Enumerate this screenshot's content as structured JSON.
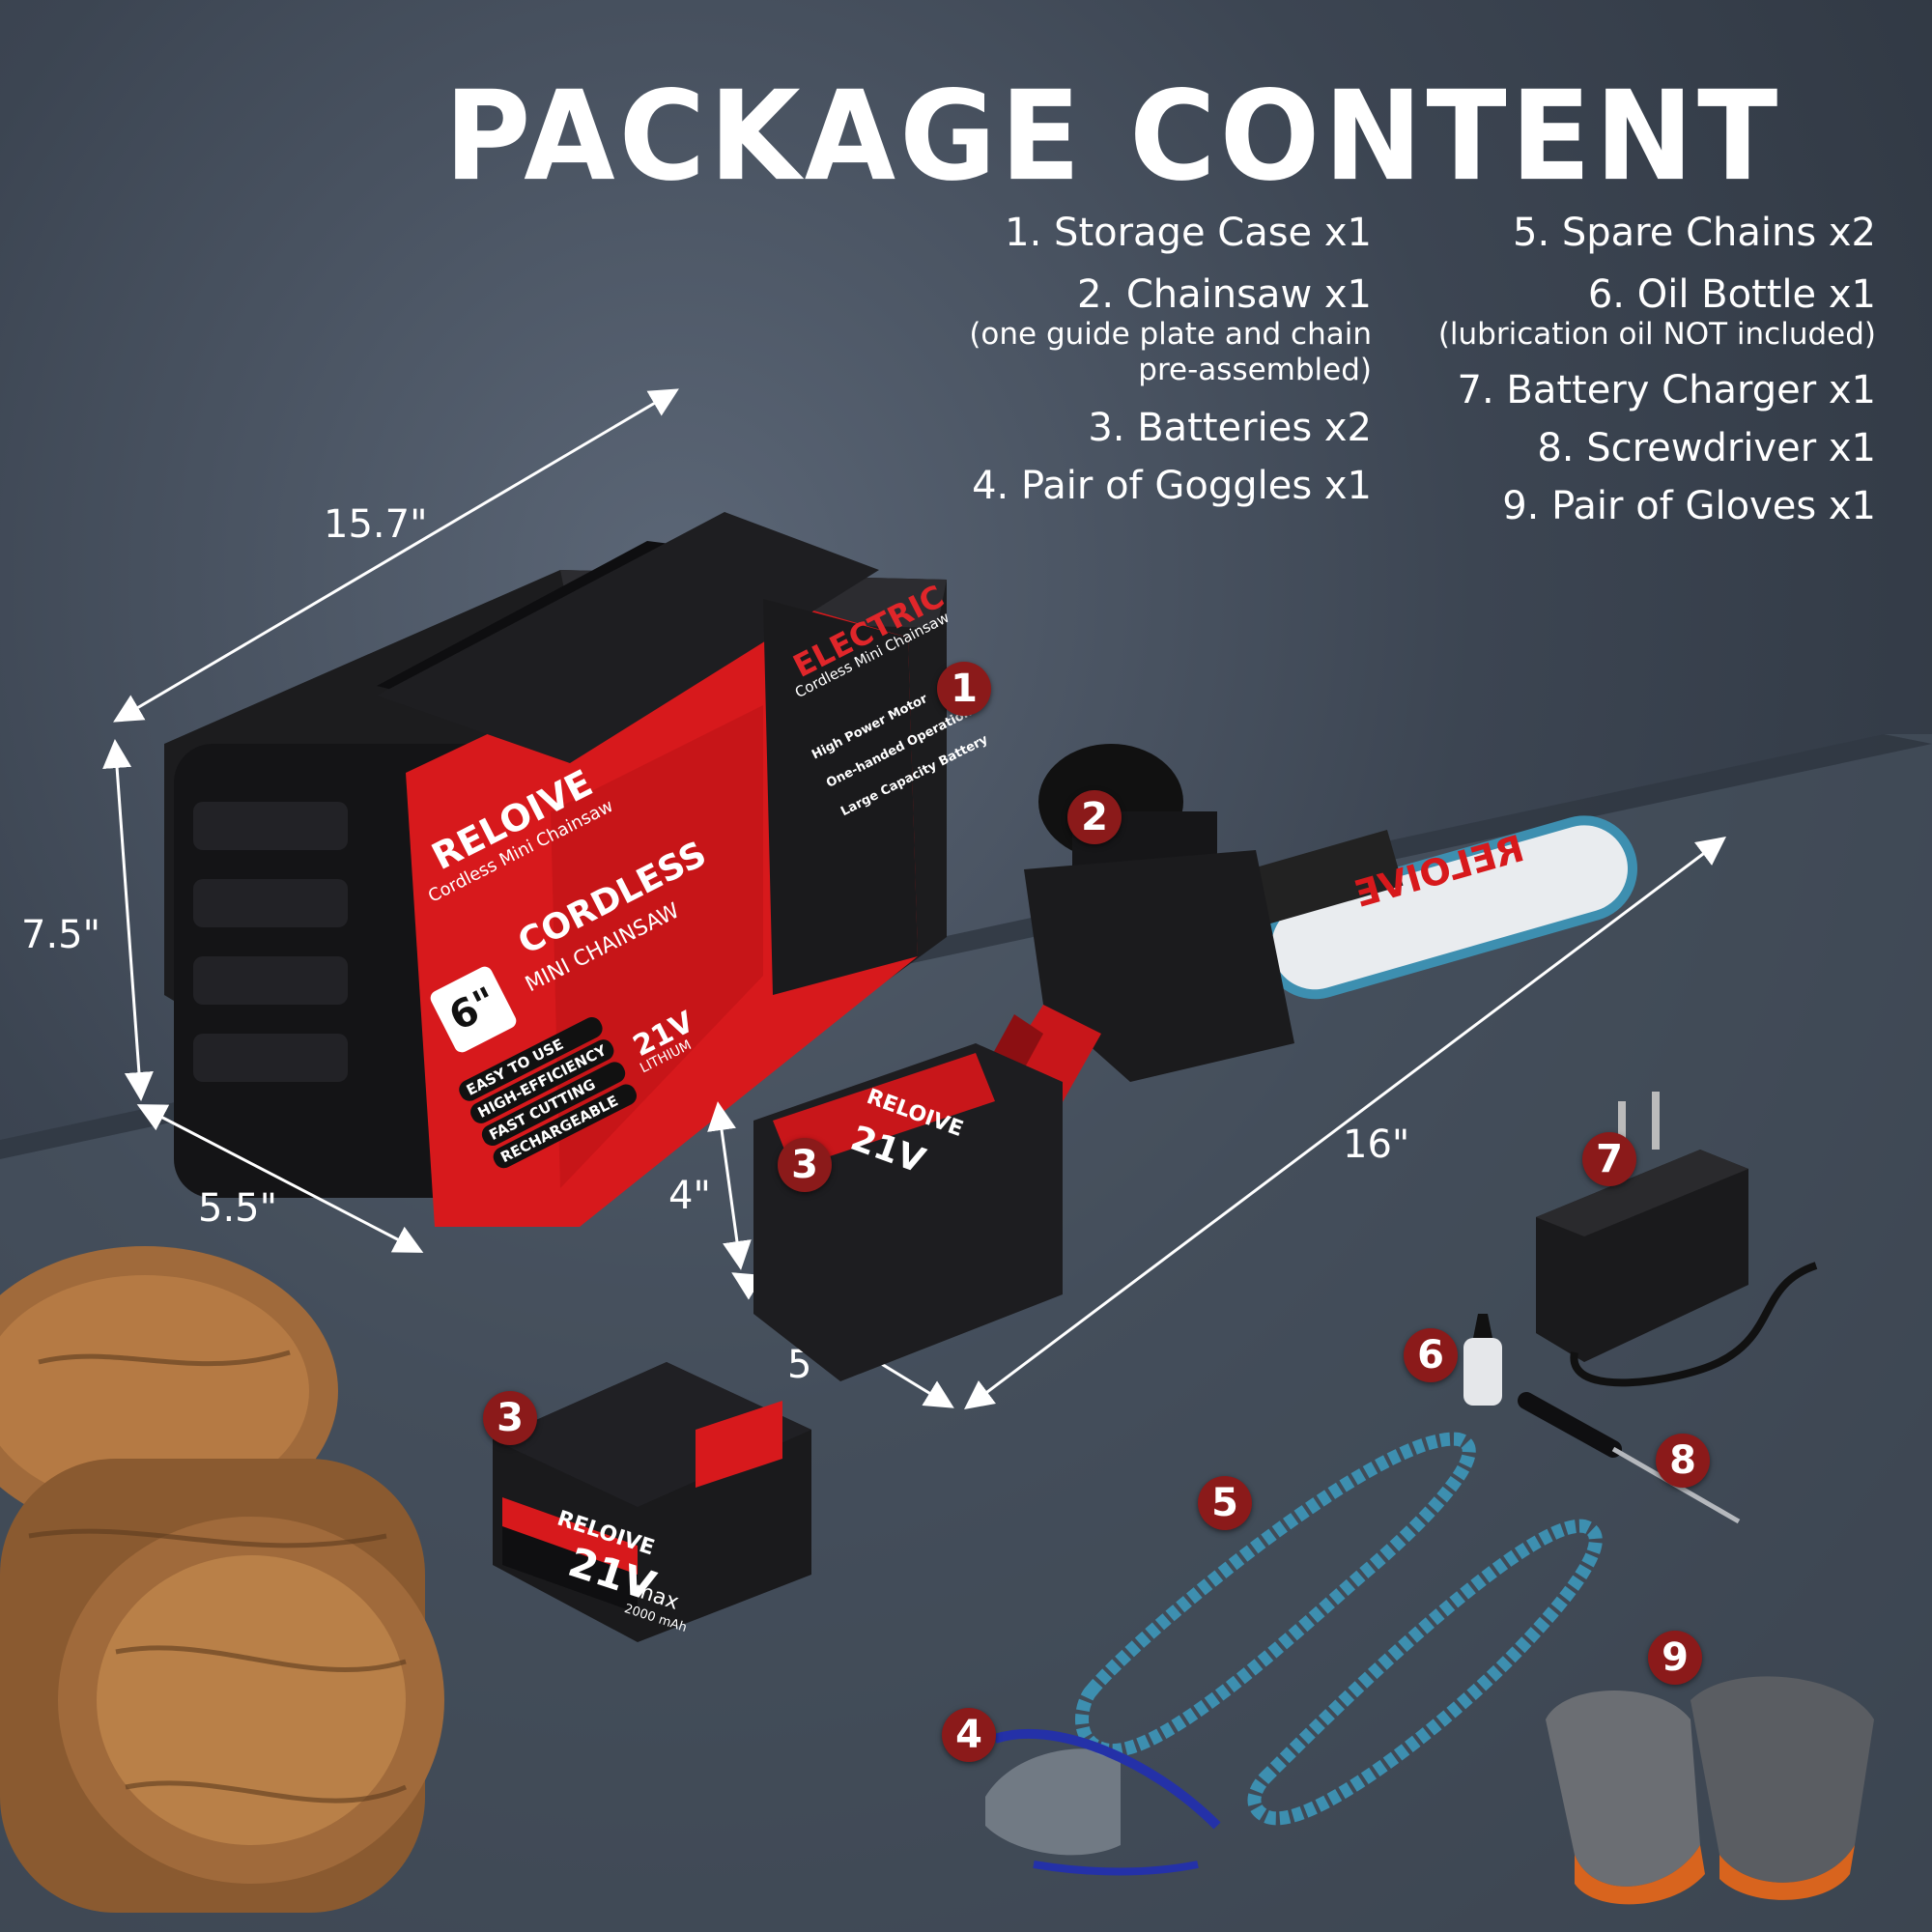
{
  "title": "PACKAGE CONTENT",
  "contents_left": [
    {
      "label": "1. Storage Case x1"
    },
    {
      "label": "2. Chainsaw x1",
      "note": "(one guide plate and chain pre-assembled)"
    },
    {
      "label": "3. Batteries x2"
    },
    {
      "label": "4. Pair of Goggles x1"
    }
  ],
  "contents_right": [
    {
      "label": "5. Spare Chains x2"
    },
    {
      "label": "6. Oil Bottle x1",
      "note": "(lubrication oil NOT included)"
    },
    {
      "label": "7. Battery Charger x1"
    },
    {
      "label": "8. Screwdriver x1"
    },
    {
      "label": "9. Pair of Gloves x1"
    }
  ],
  "dimensions": {
    "case_length": "15.7\"",
    "case_height": "7.5\"",
    "case_width": "5.5\"",
    "saw_length": "16\"",
    "battery_height": "4\"",
    "battery_width": "5\""
  },
  "badges": [
    "1",
    "2",
    "3",
    "3",
    "4",
    "5",
    "6",
    "7",
    "8",
    "9"
  ],
  "case_box": {
    "brand": "RELOIVE",
    "tagline": "Cordless Mini Chainsaw",
    "product": "CORDLESS",
    "product_sub": "MINI CHAINSAW",
    "size": "6\"",
    "voltage": "21V",
    "voltage_sub": "LITHIUM",
    "features": [
      "EASY TO USE",
      "HIGH-EFFICIENCY",
      "FAST CUTTING",
      "RECHARGEABLE"
    ],
    "side_title": "ELECTRIC",
    "side_sub": "Cordless Mini Chainsaw",
    "spec_items": [
      "High Power Motor",
      "One-handed Operation",
      "Large Capacity Battery"
    ]
  },
  "battery": {
    "brand": "RELOIVE",
    "voltage": "21V",
    "max": "max",
    "capacity": "2000 mAh"
  },
  "saw_bar_brand": "RELOIVE",
  "colors": {
    "badge": "#8b1a1a",
    "brand_red": "#d7191c",
    "case_black": "#1c1c1e",
    "chain_blue": "#3d8fb0",
    "wood": "#a06a3b"
  }
}
